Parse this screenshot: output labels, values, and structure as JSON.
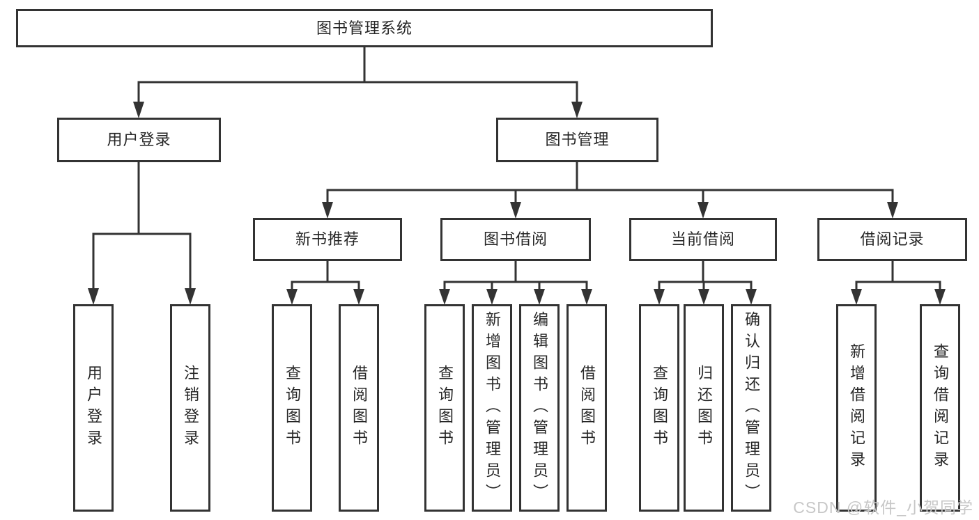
{
  "colors": {
    "line": "#333333",
    "box_border": "#333333",
    "text": "#262626",
    "background": "#ffffff",
    "watermark": "#c7c7c7"
  },
  "watermark": {
    "text": "CSDN @软件_小贺同学"
  },
  "tree": {
    "root": {
      "label": "图书管理系统"
    },
    "branches": [
      {
        "label": "用户登录",
        "children": [
          {
            "label": "用户登录"
          },
          {
            "label": "注销登录"
          }
        ]
      },
      {
        "label": "图书管理",
        "children": [
          {
            "label": "新书推荐",
            "children": [
              {
                "label": "查询图书"
              },
              {
                "label": "借阅图书"
              }
            ]
          },
          {
            "label": "图书借阅",
            "children": [
              {
                "label": "查询图书"
              },
              {
                "label": "新增图书（管理员）"
              },
              {
                "label": "编辑图书（管理员）"
              },
              {
                "label": "借阅图书"
              }
            ]
          },
          {
            "label": "当前借阅",
            "children": [
              {
                "label": "查询图书"
              },
              {
                "label": "归还图书"
              },
              {
                "label": "确认归还（管理员）"
              }
            ]
          },
          {
            "label": "借阅记录",
            "children": [
              {
                "label": "新增借阅记录"
              },
              {
                "label": "查询借阅记录"
              }
            ]
          }
        ]
      }
    ]
  }
}
